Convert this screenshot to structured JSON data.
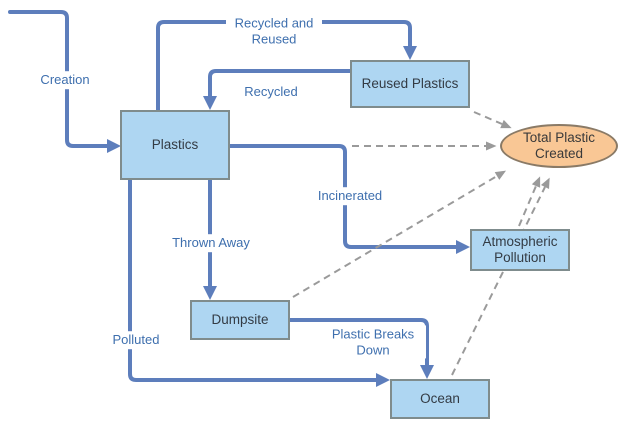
{
  "diagram": {
    "type": "flowchart",
    "nodes": {
      "plastics": {
        "label": "Plastics",
        "shape": "rectangle"
      },
      "reused_plastics": {
        "label": "Reused Plastics",
        "shape": "rectangle"
      },
      "atmospheric_pollution": {
        "label": "Atmospheric Pollution",
        "shape": "rectangle"
      },
      "dumpsite": {
        "label": "Dumpsite",
        "shape": "rectangle"
      },
      "ocean": {
        "label": "Ocean",
        "shape": "rectangle"
      },
      "total_plastic_created": {
        "label": "Total Plastic Created",
        "shape": "ellipse"
      }
    },
    "edge_labels": {
      "creation": "Creation",
      "recycled_and_reused": "Recycled and Reused",
      "recycled": "Recycled",
      "thrown_away": "Thrown Away",
      "incinerated": "Incinerated",
      "polluted": "Polluted",
      "plastic_breaks_down": "Plastic Breaks Down"
    },
    "edges": [
      {
        "from": "start",
        "to": "plastics",
        "label": "Creation",
        "style": "solid"
      },
      {
        "from": "plastics",
        "to": "reused_plastics",
        "label": "Recycled and Reused",
        "style": "solid"
      },
      {
        "from": "reused_plastics",
        "to": "plastics",
        "label": "Recycled",
        "style": "solid"
      },
      {
        "from": "plastics",
        "to": "dumpsite",
        "label": "Thrown Away",
        "style": "solid"
      },
      {
        "from": "plastics",
        "to": "atmospheric_pollution",
        "label": "Incinerated",
        "style": "solid"
      },
      {
        "from": "plastics",
        "to": "ocean",
        "label": "Polluted",
        "style": "solid"
      },
      {
        "from": "dumpsite",
        "to": "ocean",
        "label": "Plastic Breaks Down",
        "style": "solid"
      },
      {
        "from": "plastics",
        "to": "total_plastic_created",
        "style": "dashed"
      },
      {
        "from": "reused_plastics",
        "to": "total_plastic_created",
        "style": "dashed"
      },
      {
        "from": "dumpsite",
        "to": "total_plastic_created",
        "style": "dashed"
      },
      {
        "from": "atmospheric_pollution",
        "to": "total_plastic_created",
        "style": "dashed"
      },
      {
        "from": "ocean",
        "to": "total_plastic_created",
        "style": "dashed"
      }
    ],
    "colors": {
      "solid_edge": "#5d7ebc",
      "dashed_edge": "#9a9a9a",
      "node_fill": "#aed6f2",
      "node_border": "#7f8c8d",
      "ellipse_fill": "#f9c795",
      "ellipse_border": "#8a7a66",
      "edge_label_text": "#3e6fae",
      "node_text": "#333b44",
      "background": "#ffffff"
    }
  }
}
